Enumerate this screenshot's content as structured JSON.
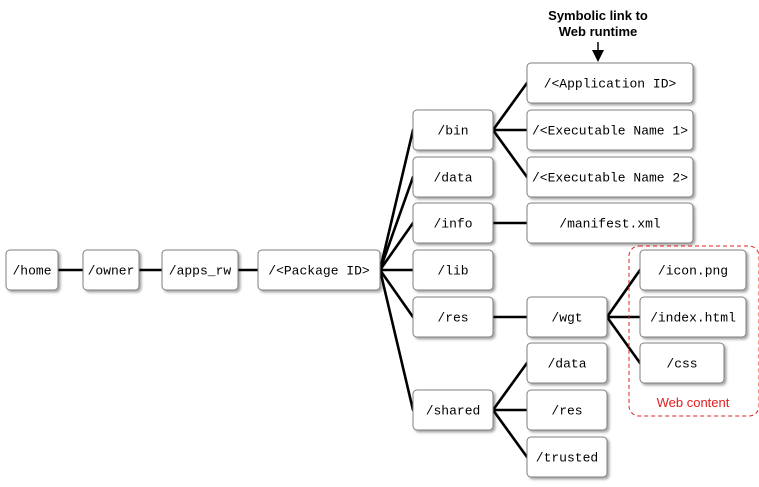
{
  "nodes": {
    "home": "/home",
    "owner": "/owner",
    "apps_rw": "/apps_rw",
    "package_id": "/<Package ID>",
    "bin": "/bin",
    "data": "/data",
    "info": "/info",
    "lib": "/lib",
    "res": "/res",
    "shared": "/shared",
    "application_id": "/<Application ID>",
    "executable_name_1": "/<Executable Name 1>",
    "executable_name_2": "/<Executable Name 2>",
    "manifest_xml": "/manifest.xml",
    "wgt": "/wgt",
    "shared_data": "/data",
    "shared_res": "/res",
    "shared_trusted": "/trusted",
    "icon_png": "/icon.png",
    "index_html": "/index.html",
    "css": "/css"
  },
  "callout": {
    "line1": "Symbolic link to",
    "line2": "Web runtime"
  },
  "group": {
    "label": "Web content",
    "color": "#e02020"
  }
}
